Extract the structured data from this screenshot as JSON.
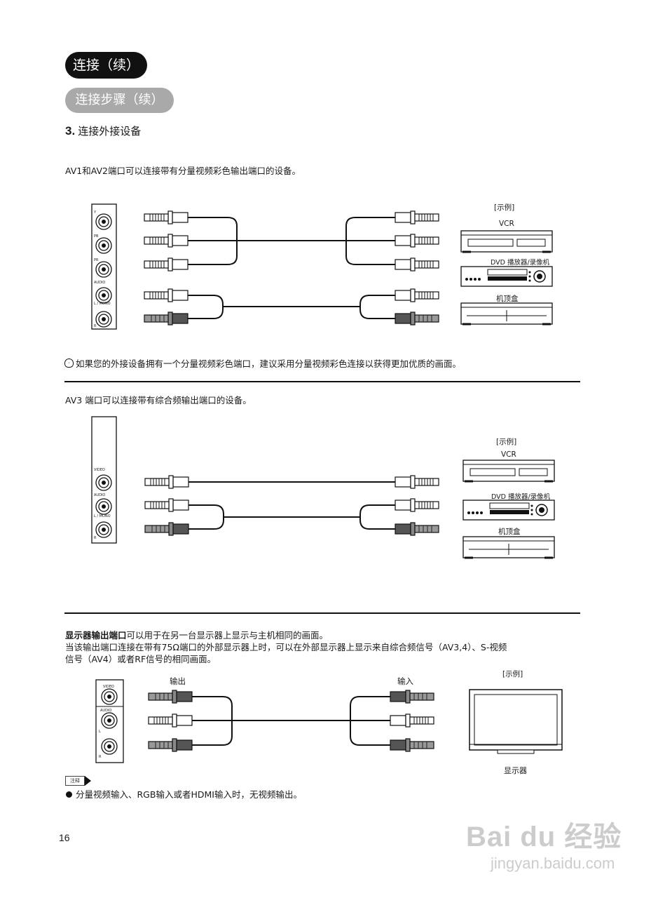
{
  "header": {
    "section_title": "连接（续）",
    "subsection_title": "连接步骤（续）",
    "step_number": "3.",
    "step_title": "连接外接设备"
  },
  "av12": {
    "intro": "AV1和AV2端口可以连接带有分量视频彩色输出端口的设备。",
    "panel_labels": [
      "Y",
      "PB",
      "PR",
      "AUDIO",
      "L / MONO",
      "R"
    ],
    "example_label": "[示例]",
    "devices": [
      "VCR",
      "DVD 播放器/录像机",
      "机顶盒"
    ],
    "tip": "如果您的外接设备拥有一个分量视频彩色端口，建议采用分量视频彩色连接以获得更加优质的画面。"
  },
  "av3": {
    "intro": "AV3 端口可以连接带有综合频输出端口的设备。",
    "panel_labels": [
      "VIDEO",
      "AUDIO",
      "L / MONO",
      "R"
    ],
    "example_label": "[示例]",
    "devices": [
      "VCR",
      "DVD 播放器/录像机",
      "机顶盒"
    ]
  },
  "monitor": {
    "intro_bold": "显示器输出端口",
    "intro_rest": "可以用于在另一台显示器上显示与主机相同的画面。",
    "line2": "当该输出端口连接在带有75Ω端口的外部显示器上时，可以在外部显示器上显示来自综合频信号（AV3,4）、S-视频",
    "line3": "信号（AV4）或者RF信号的相同画面。",
    "output_label": "输出",
    "input_label": "输入",
    "example_label": "[示例]",
    "panel_labels": [
      "VIDEO",
      "AUDIO",
      "L",
      "R"
    ],
    "display_label": "显示器"
  },
  "note": {
    "tag": "注释",
    "bullet": "分量视频输入、RGB输入或者HDMI输入时，无视频输出。"
  },
  "page_number": "16",
  "watermark": {
    "brand": "Bai du 经验",
    "url": "jingyan.baidu.com"
  }
}
